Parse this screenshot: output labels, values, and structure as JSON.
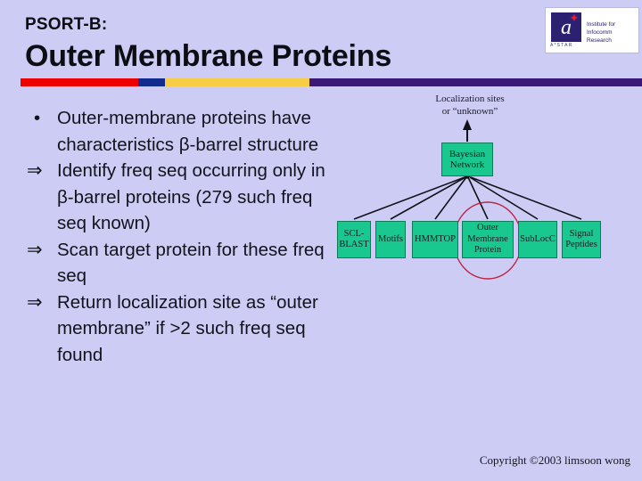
{
  "slide": {
    "background_color": "#ccccf4",
    "subtitle": "PSORT-B:",
    "title": "Outer Membrane Proteins"
  },
  "logo": {
    "mark_letter": "a",
    "star_glyph": "✦",
    "astar_text": "A*STAR",
    "line1": "Institute for",
    "line2": "Infocomm Research",
    "mark_color": "#2b2170",
    "star_color": "#e8172f"
  },
  "divider_bar": {
    "segments": [
      {
        "name": "red",
        "color": "#ee0000"
      },
      {
        "name": "blue",
        "color": "#122b8f"
      },
      {
        "name": "gold",
        "color": "#f7cd46"
      },
      {
        "name": "purple",
        "color": "#3a1878"
      }
    ]
  },
  "body": {
    "bullets": [
      {
        "marker": "•",
        "marker_type": "dot",
        "text": "Outer-membrane proteins have characteristics β-barrel structure"
      },
      {
        "marker": "⇒",
        "marker_type": "arrow",
        "text": "Identify freq seq occurring only in β-barrel proteins (279 such freq seq known)"
      },
      {
        "marker": "⇒",
        "marker_type": "arrow",
        "text": "Scan target protein for these freq seq"
      },
      {
        "marker": "⇒",
        "marker_type": "arrow",
        "text": "Return localization site as “outer membrane” if >2 such freq seq found"
      }
    ]
  },
  "diagram": {
    "output_label_line1": "Localization sites",
    "output_label_line2": "or “unknown”",
    "combiner": "Bayesian Network",
    "node_color": "#18c88f",
    "highlight_color": "#c02040",
    "leaves": [
      {
        "name": "scl-blast",
        "label": "SCL-BLAST"
      },
      {
        "name": "motifs",
        "label": "Motifs"
      },
      {
        "name": "hmmtop",
        "label": "HMMTOP"
      },
      {
        "name": "outer-membrane-protein",
        "label": "Outer Membrane Protein",
        "highlighted": true
      },
      {
        "name": "subloc",
        "label": "SubLocC"
      },
      {
        "name": "signal-peptides",
        "label": "Signal Peptides"
      }
    ]
  },
  "footer": {
    "copyright": "Copyright ©2003 limsoon wong"
  }
}
